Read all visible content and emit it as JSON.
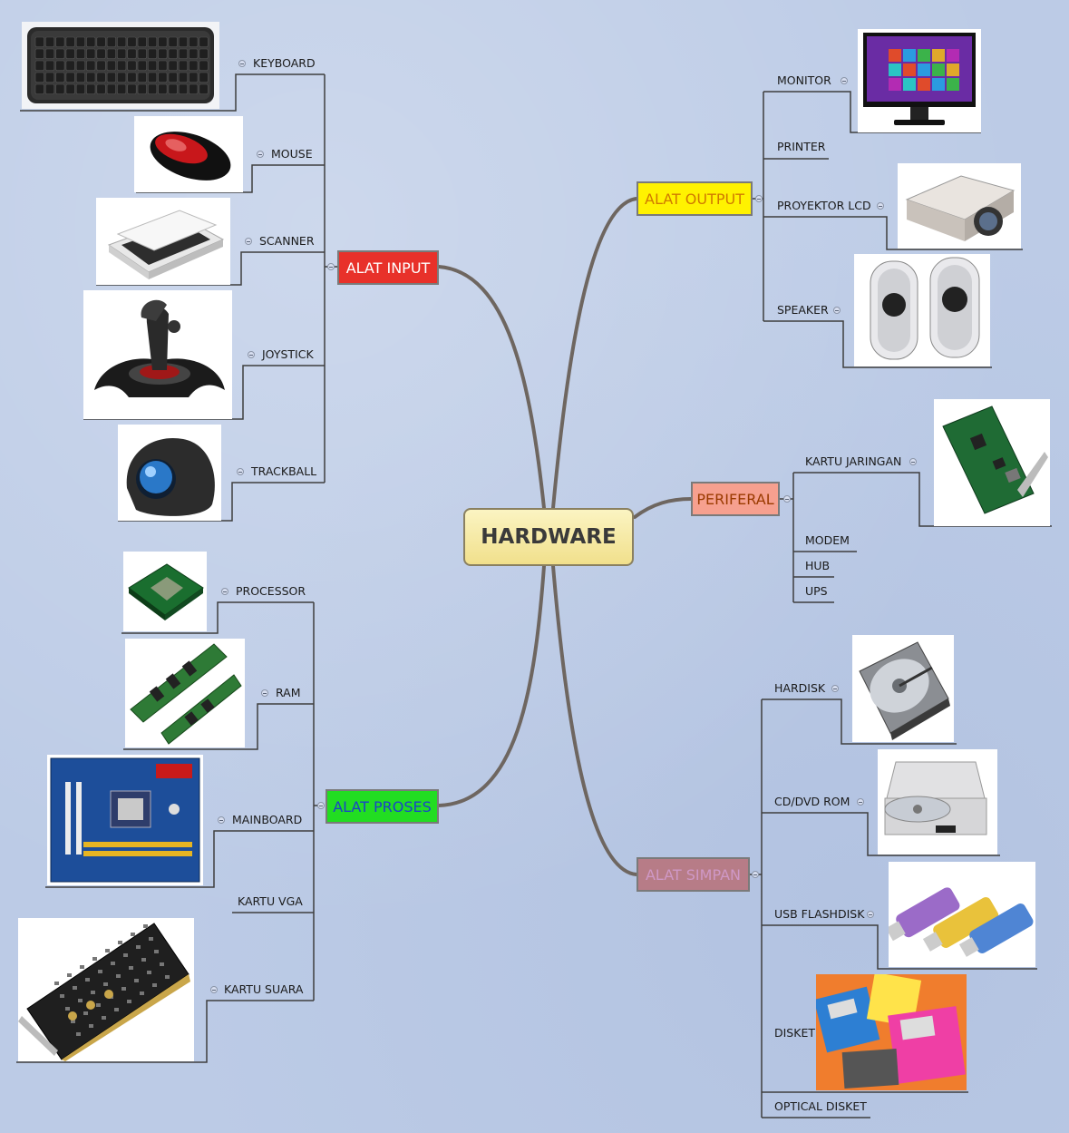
{
  "center": {
    "label": "HARDWARE"
  },
  "branches": {
    "input": {
      "label": "ALAT INPUT",
      "bg": "#e8312a",
      "color": "#ffffff"
    },
    "output": {
      "label": "ALAT OUTPUT",
      "bg": "#fff200",
      "color": "#d07a00"
    },
    "periferal": {
      "label": "PERIFERAL",
      "bg": "#f6a08f",
      "color": "#9a3a00"
    },
    "proses": {
      "label": "ALAT PROSES",
      "bg": "#22dd22",
      "color": "#1a44c8"
    },
    "simpan": {
      "label": "ALAT SIMPAN",
      "bg": "#b77c87",
      "color": "#cf98c6"
    }
  },
  "input_items": [
    "KEYBOARD",
    "MOUSE",
    "SCANNER",
    "JOYSTICK",
    "TRACKBALL"
  ],
  "output_items": [
    "MONITOR",
    "PRINTER",
    "PROYEKTOR LCD",
    "SPEAKER"
  ],
  "periferal_items": [
    "KARTU JARINGAN",
    "MODEM",
    "HUB",
    "UPS"
  ],
  "proses_items": [
    "PROCESSOR",
    "RAM",
    "MAINBOARD",
    "KARTU VGA",
    "KARTU SUARA"
  ],
  "simpan_items": [
    "HARDISK",
    "CD/DVD ROM",
    "USB FLASHDISK",
    "DISKET",
    "OPTICAL DISKET"
  ]
}
